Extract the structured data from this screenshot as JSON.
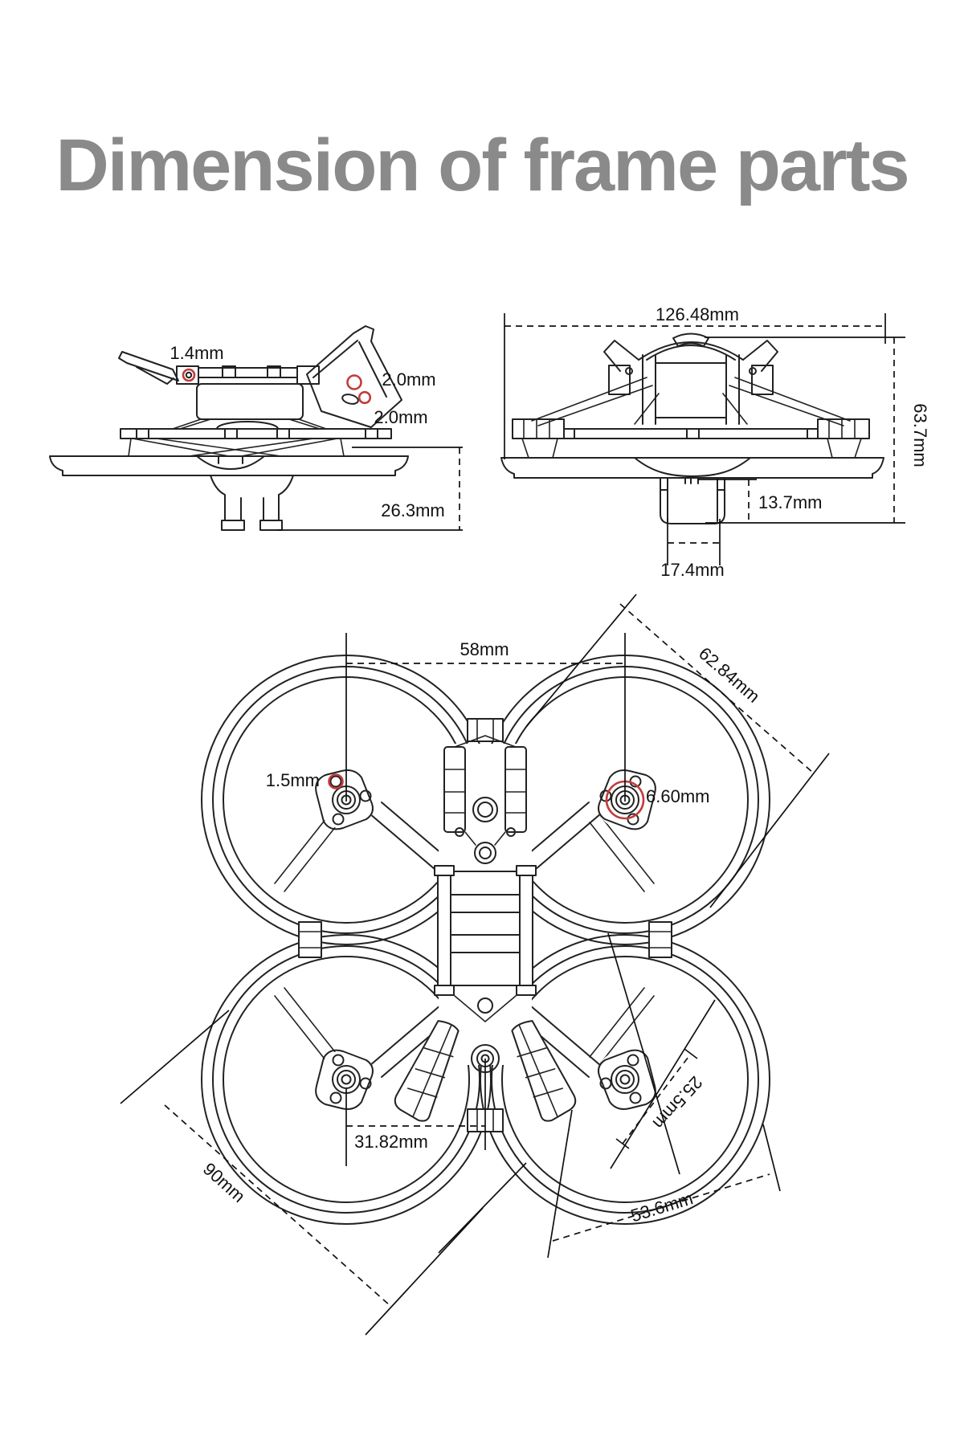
{
  "title": "Dimension of frame parts",
  "colors": {
    "title_gray": "#8a8a8a",
    "line_black": "#222222",
    "dimension_black": "#111111",
    "highlight_red": "#c23b3b",
    "background": "#ffffff"
  },
  "side_view": {
    "dims": {
      "top_plate_hole": "1.4mm",
      "bracket_hole_upper": "2.0mm",
      "bracket_hole_lower": "2.0mm",
      "overall_height": "26.3mm"
    }
  },
  "front_view": {
    "dims": {
      "overall_width": "126.48mm",
      "overall_height": "63.7mm",
      "mount_post_height": "13.7mm",
      "mount_post_width": "17.4mm"
    }
  },
  "top_view": {
    "dims": {
      "motor_spacing_front": "58mm",
      "duct_diagonal": "62.84mm",
      "mount_screw_hole": "1.5mm",
      "motor_shaft_hole": "6.60mm",
      "center_to_motor": "31.82mm",
      "center_diagonal": "25.5mm",
      "wheelbase": "90mm",
      "duct_span": "53.6mm"
    }
  }
}
